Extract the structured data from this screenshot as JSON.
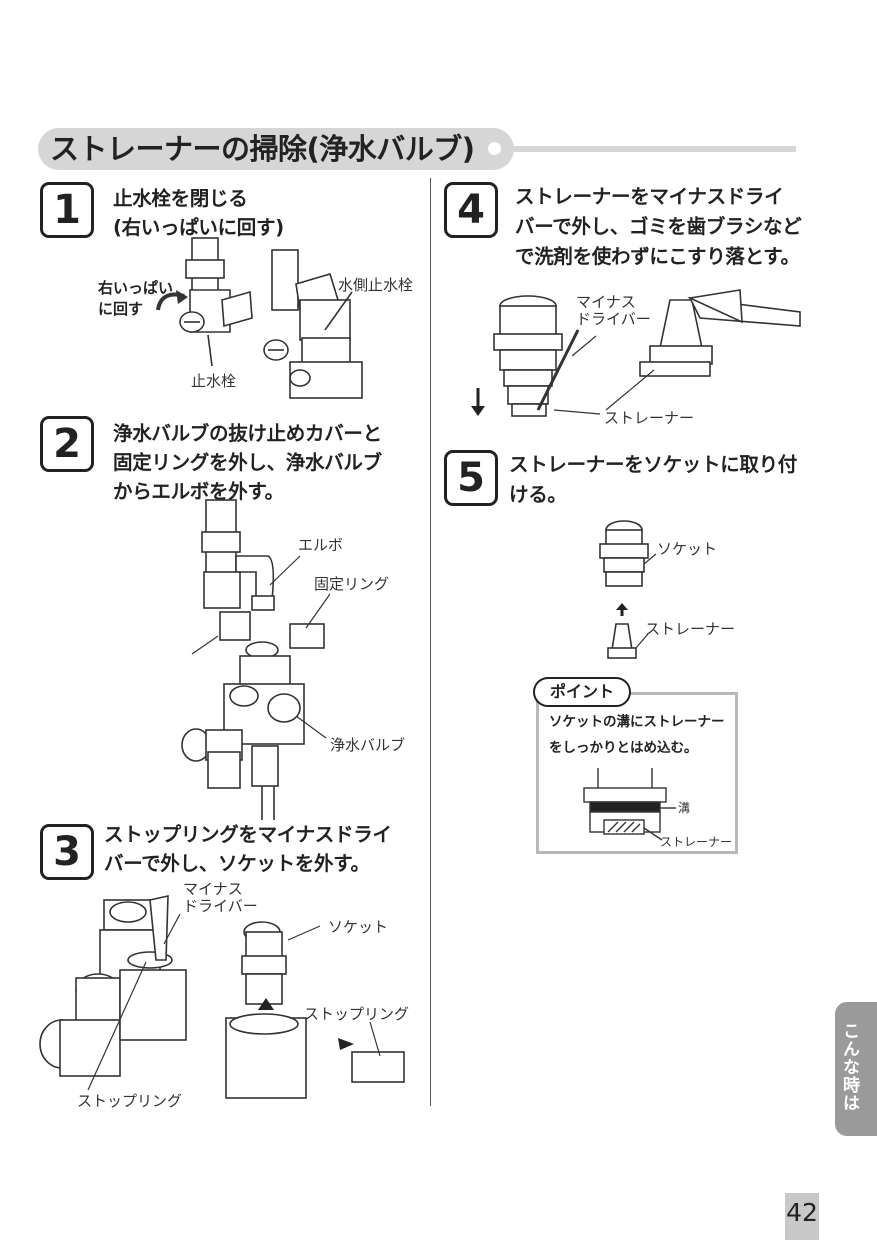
{
  "header": {
    "title": "ストレーナーの掃除(浄水バルブ)"
  },
  "steps": [
    {
      "num": "1",
      "lines": [
        "止水栓を閉じる",
        "(右いっぱいに回す)"
      ]
    },
    {
      "num": "2",
      "lines": [
        "浄水バルブの抜け止めカバーと",
        "固定リングを外し、浄水バルブ",
        "からエルボを外す。"
      ]
    },
    {
      "num": "3",
      "lines": [
        "ストップリングをマイナスドライ",
        "バーで外し、ソケットを外す。"
      ]
    },
    {
      "num": "4",
      "lines": [
        "ストレーナーをマイナスドライ",
        "バーで外し、ゴミを歯ブラシなど",
        "で洗剤を使わずにこすり落とす。"
      ]
    },
    {
      "num": "5",
      "lines": [
        "ストレーナーをソケットに取り付",
        "ける。"
      ]
    }
  ],
  "labels": {
    "turn_right_1": "右いっぱい",
    "turn_right_2": "に回す",
    "stop_valve": "止水栓",
    "water_side_stop_valve": "水側止水栓",
    "elbow": "エルボ",
    "fixing_ring": "固定リング",
    "purifier_valve": "浄水バルブ",
    "minus_driver_1": "マイナス",
    "minus_driver_2": "ドライバー",
    "socket": "ソケット",
    "stop_ring": "ストップリング",
    "strainer": "ストレーナー",
    "groove": "溝"
  },
  "point": {
    "tag": "ポイント",
    "lines": [
      "ソケットの溝にストレーナー",
      "をしっかりとはめ込む。"
    ]
  },
  "side_tab": "こんな時は",
  "page_number": "42",
  "colors": {
    "accent_gray": "#d6d6d6",
    "tab_gray": "#9a9a9a",
    "text": "#222222"
  }
}
